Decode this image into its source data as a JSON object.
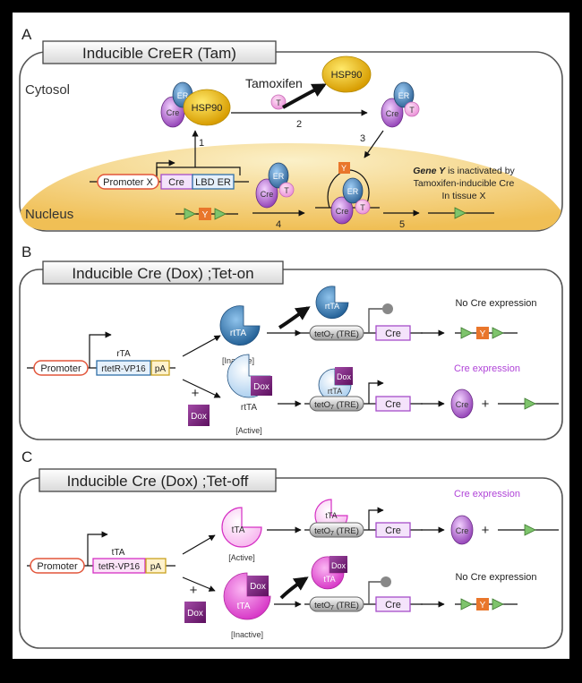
{
  "panels": {
    "a": {
      "letter": "A",
      "title": "Inducible CreER (Tam)",
      "cytosol": "Cytosol",
      "nucleus": "Nucleus",
      "tamoxifen": "Tamoxifen",
      "t": "T",
      "er": "ER",
      "cre": "Cre",
      "hsp90": "HSP90",
      "promoter_x": "Promoter X",
      "lbd_er": "LBD ER",
      "y": "Y",
      "step1": "1",
      "step2": "2",
      "step3": "3",
      "step4": "4",
      "step5": "5",
      "gene_y_italic": "Gene Y",
      "note_line1_rest": " is inactivated by",
      "note_line2": "Tamoxifen-inducible Cre",
      "note_line3": "In tissue X"
    },
    "b": {
      "letter": "B",
      "title": "Inducible Cre (Dox) ;Tet-on",
      "promoter": "Promoter",
      "gene_label": "rTA",
      "construct": "rtetR-VP16",
      "pa": "pA",
      "rtta": "rtTA",
      "inactive": "[Inactive]",
      "active": "[Active]",
      "dox": "Dox",
      "plus": "+",
      "tre": "tetO",
      "tre_sub": "7",
      "tre_rest": " (TRE)",
      "cre": "Cre",
      "y": "Y",
      "no_expression": "No Cre expression",
      "expression": "Cre expression"
    },
    "c": {
      "letter": "C",
      "title": "Inducible Cre (Dox) ;Tet-off",
      "promoter": "Promoter",
      "gene_label": "tTA",
      "construct": "tetR-VP16",
      "pa": "pA",
      "tta": "tTA",
      "active": "[Active]",
      "inactive": "[Inactive]",
      "dox": "Dox",
      "plus": "+",
      "tre": "tetO",
      "tre_sub": "7",
      "tre_rest": " (TRE)",
      "cre": "Cre",
      "y": "Y",
      "expression": "Cre expression",
      "no_expression": "No Cre expression"
    }
  },
  "colors": {
    "background": "#000000",
    "panel_fill": "#ffffff",
    "nucleus_fill": "#f3c977",
    "er_blue": "#2f6fa8",
    "cre_purple": "#b255d2",
    "hsp90_gold": "#e3b10f",
    "tamoxifen_pink": "#f3a6df",
    "promoter_red": "#e2553a",
    "y_orange": "#e9762b",
    "loxp_green": "#7ec46c",
    "tet_on_blue": "#2f6fa8",
    "tet_off_magenta": "#e24fd3",
    "dox_purple": "#7a1d7a",
    "expression_label": "#b044d8"
  }
}
